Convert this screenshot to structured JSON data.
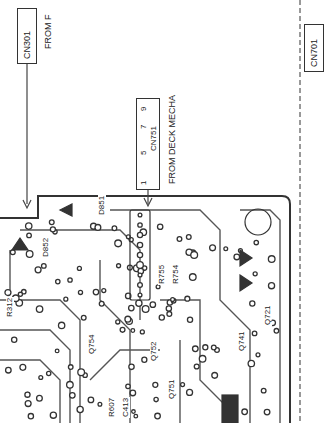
{
  "diagram": {
    "nodes": [
      {
        "text": [
          "CN301"
        ]
      },
      {
        "text": [
          "1",
          "5",
          "7",
          "9",
          "CN751"
        ]
      },
      {
        "text": [
          "CN701"
        ]
      }
    ],
    "labels": [
      "FROM F",
      "FROM DECK MECHA",
      "D852",
      "D851",
      "R312",
      "Q754",
      "Q752",
      "Q751",
      "Q741",
      "Q721",
      "R755",
      "R754",
      "R607",
      "C413"
    ]
  }
}
